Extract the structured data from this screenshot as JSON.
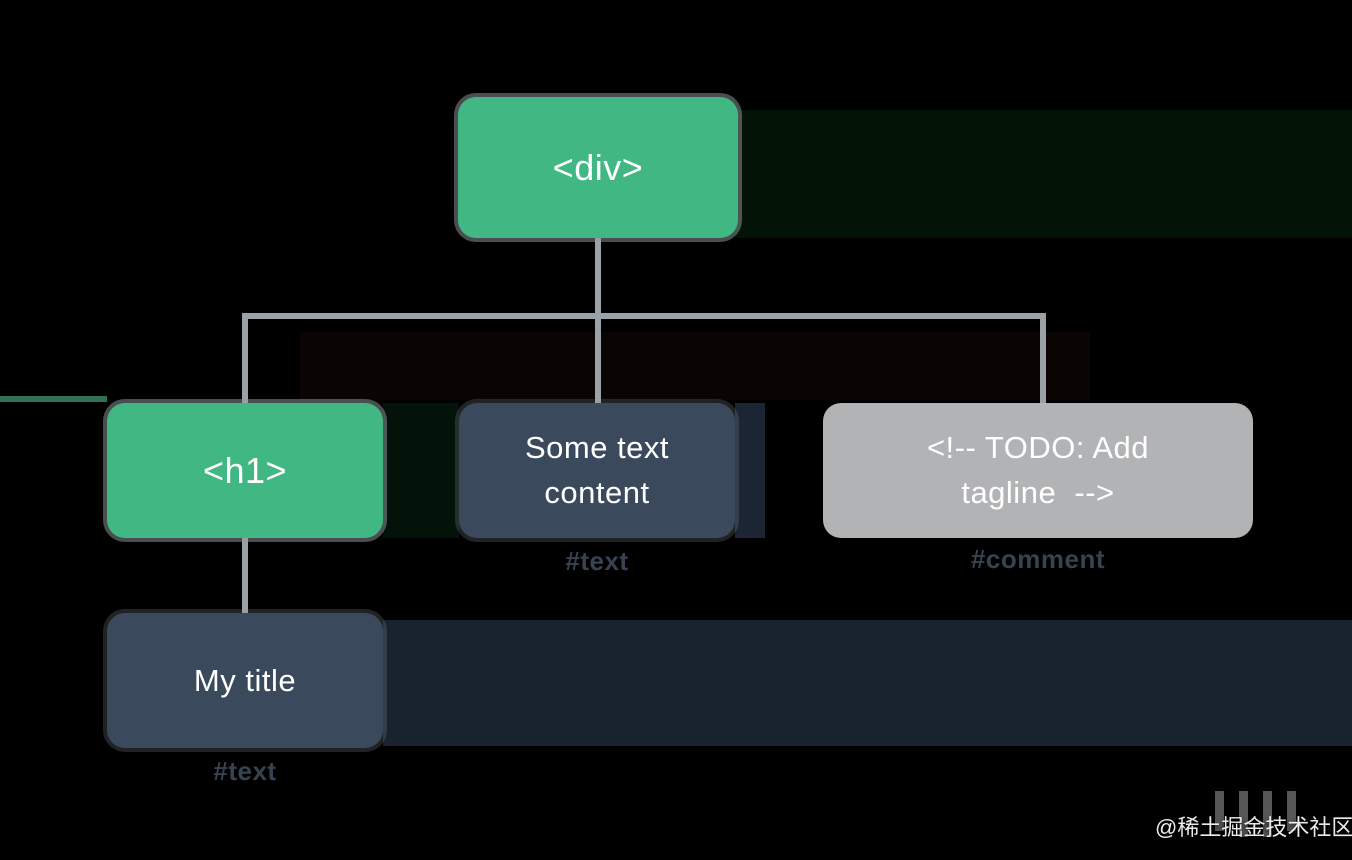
{
  "diagram": {
    "kind": "dom-tree",
    "root": {
      "label": "<div>",
      "type": "element"
    },
    "children": [
      {
        "label": "<h1>",
        "type": "element",
        "node_label": ""
      },
      {
        "label": "Some text content",
        "type": "text",
        "node_label": "#text"
      },
      {
        "label": "<!-- TODO: Add tagline  -->",
        "type": "comment",
        "node_label": "#comment"
      }
    ],
    "h1_child": {
      "label": "My title",
      "type": "text",
      "node_label": "#text"
    }
  },
  "colors": {
    "element_node": "#41b883",
    "text_node": "#3a4a5c",
    "comment_node": "#b2b3b5",
    "connector": "#9aa1a7",
    "ghost_label": "#434e60",
    "background": "#000000"
  },
  "watermark": {
    "text": "@稀土掘金技术社区"
  }
}
